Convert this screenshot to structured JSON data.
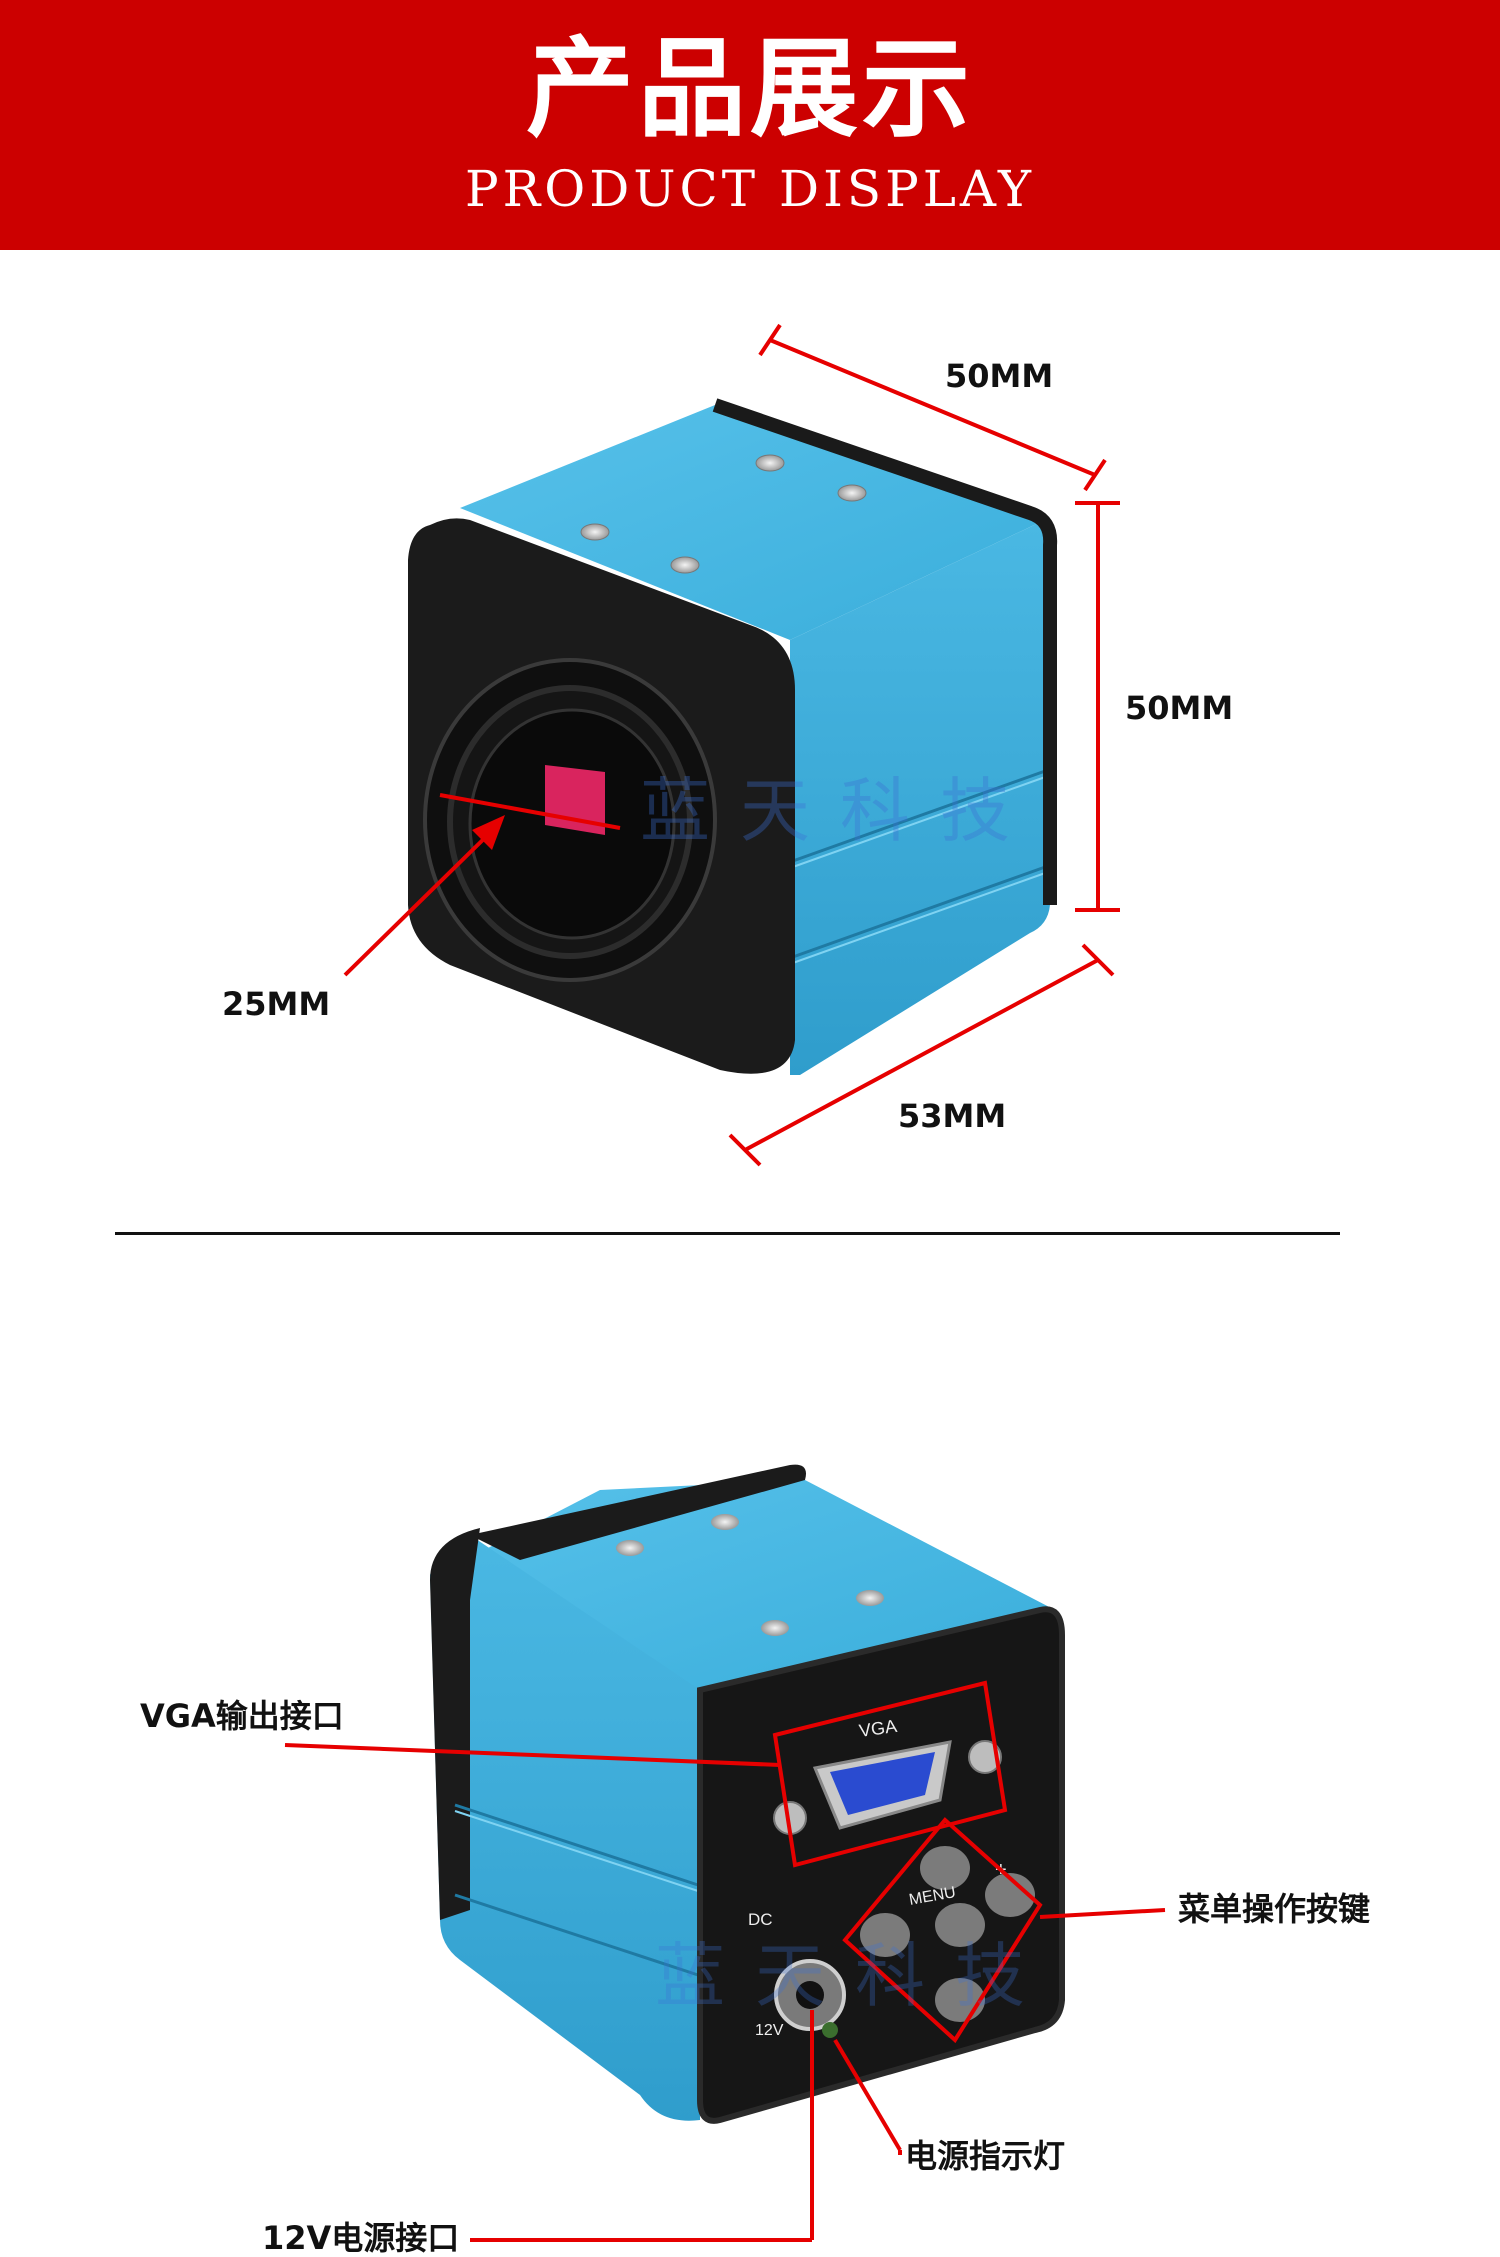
{
  "banner": {
    "title": "产品展示",
    "subtitle": "PRODUCT DISPLAY",
    "color": "#cc0000"
  },
  "dimensions": {
    "width": "50MM",
    "height": "50MM",
    "depth": "53MM",
    "sensor": "25MM"
  },
  "back_view": {
    "vga_port_label": "VGA输出接口",
    "menu_keys_label": "菜单操作按键",
    "power_led_label": "电源指示灯",
    "power_port_label": "12V电源接口",
    "panel_vga_text": "VGA",
    "panel_menu_text": "MENU",
    "panel_dc_text": "DC",
    "panel_12v_text": "12V",
    "panel_plus_text": "+"
  },
  "watermark": "蓝天科技",
  "colors": {
    "camera_blue": "#36a9d8",
    "frame_black": "#1a1a1a",
    "sensor": "#d9245e",
    "annotation": "#e60000"
  }
}
